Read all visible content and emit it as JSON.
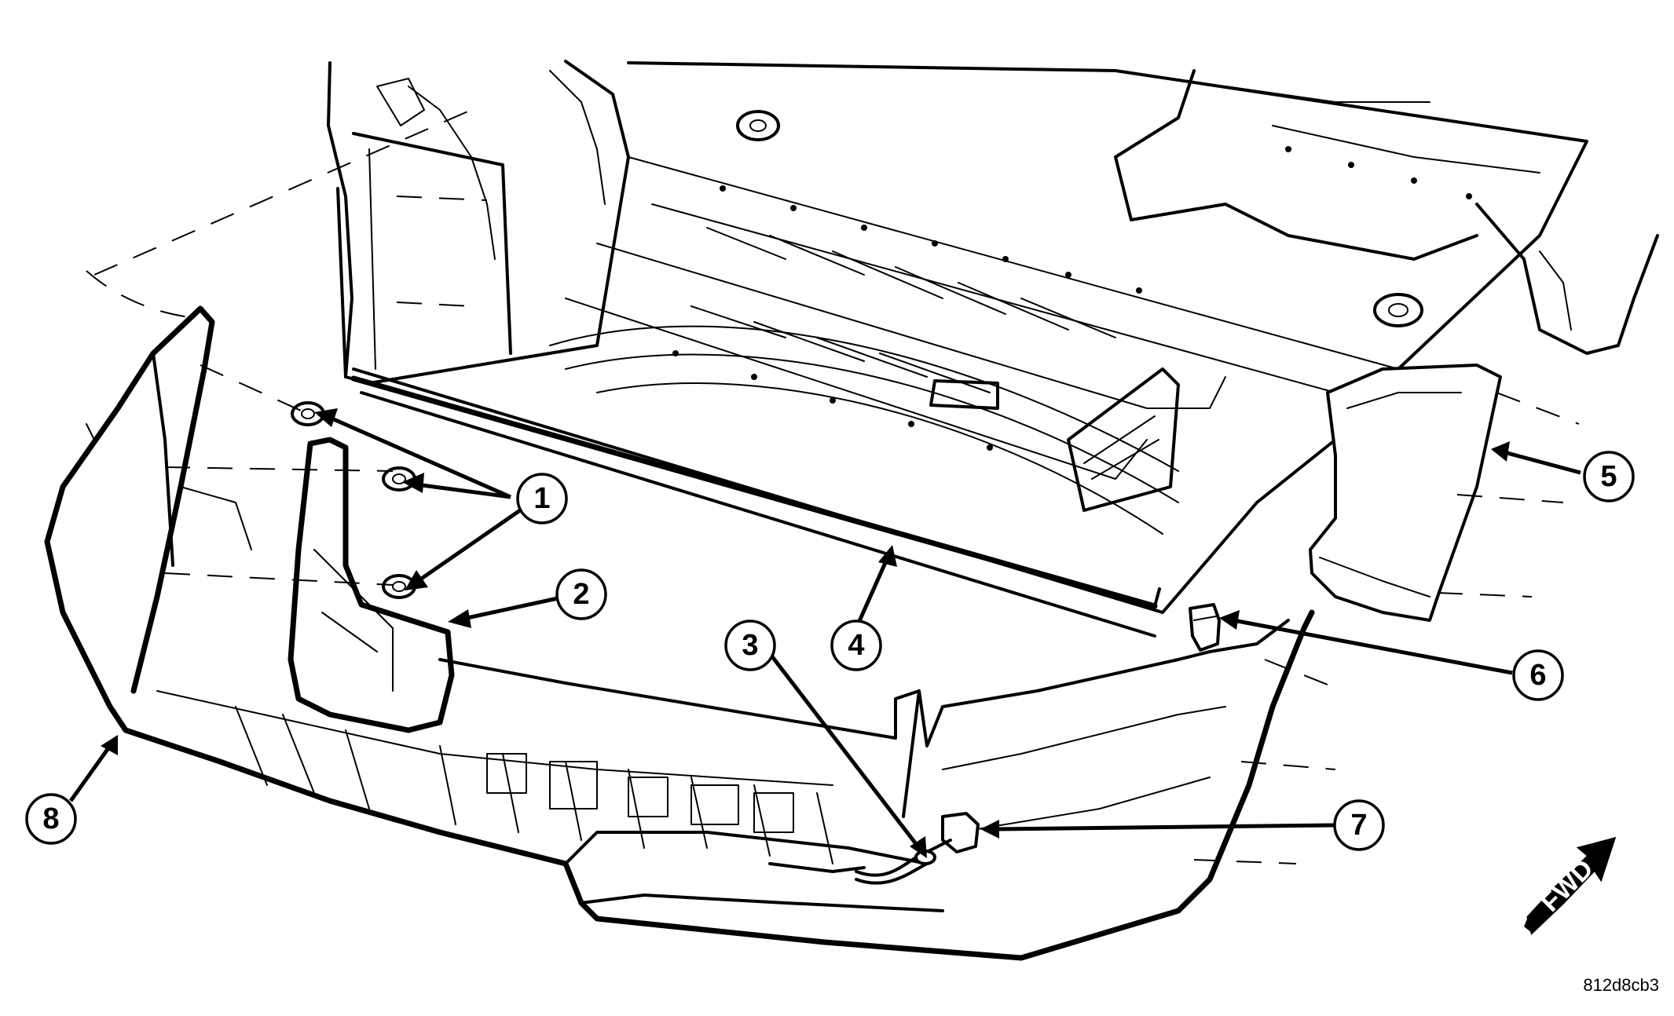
{
  "diagram": {
    "callouts": [
      {
        "id": "1",
        "label": "1"
      },
      {
        "id": "2",
        "label": "2"
      },
      {
        "id": "3",
        "label": "3"
      },
      {
        "id": "4",
        "label": "4"
      },
      {
        "id": "5",
        "label": "5"
      },
      {
        "id": "6",
        "label": "6"
      },
      {
        "id": "7",
        "label": "7"
      },
      {
        "id": "8",
        "label": "8"
      }
    ],
    "direction_arrow": {
      "label": "FWD"
    },
    "figure_code": "812d8cb3",
    "colors": {
      "line": "#000000",
      "background": "#ffffff"
    }
  }
}
